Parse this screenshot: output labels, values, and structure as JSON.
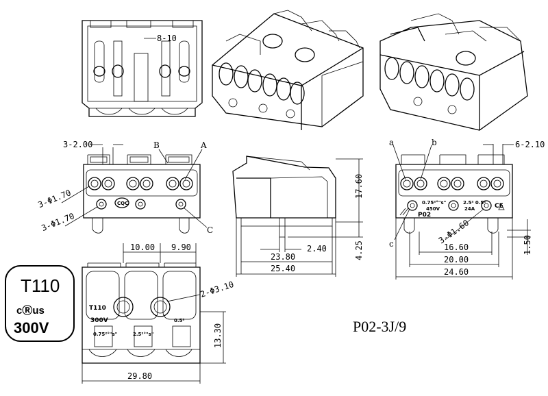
{
  "model": "P02-3J/9",
  "cert_badge": {
    "rating": "T110",
    "voltage": "300V",
    "ul_mark": "cⓇus"
  },
  "top_view": {
    "strip_label": "8-10"
  },
  "front_view": {
    "dim_top": "3-2.00",
    "dim_hole_large": "3-Φ1.70",
    "dim_hole_small": "3-Φ1.70",
    "label_a": "A",
    "label_b": "B",
    "label_c": "C",
    "cqc_mark": "CQC"
  },
  "side_view": {
    "dim_height": "17.60",
    "dim_pin": "4.25",
    "dim_offset": "2.40",
    "dim_mid": "23.80",
    "dim_overall": "25.40"
  },
  "rear_view": {
    "dim_top": "6-2.10",
    "label_a": "a",
    "label_b": "b",
    "label_c": "c",
    "dim_holes": "3-Φ1.60",
    "dim_pin": "1.50",
    "dim_16": "16.60",
    "dim_20": "20.00",
    "dim_24": "24.60",
    "txt_wire": "0.75²°\"s\"",
    "txt_volt": "450V",
    "txt_cs": "2.5² 0.5²",
    "txt_amp": "24A",
    "txt_part": "P02",
    "txt_ce": "CE"
  },
  "bottom_view": {
    "dim_pitch_a": "10.00",
    "dim_pitch_b": "9.90",
    "dim_holes": "2-Φ3.10",
    "dim_height": "13.30",
    "dim_width": "29.80",
    "txt_t110": "T110",
    "txt_300v": "300V",
    "txt_wire1": "0.75²°\"s\"",
    "txt_wire2": "2.5²°\"s\"",
    "txt_wire3": "0.5²"
  }
}
